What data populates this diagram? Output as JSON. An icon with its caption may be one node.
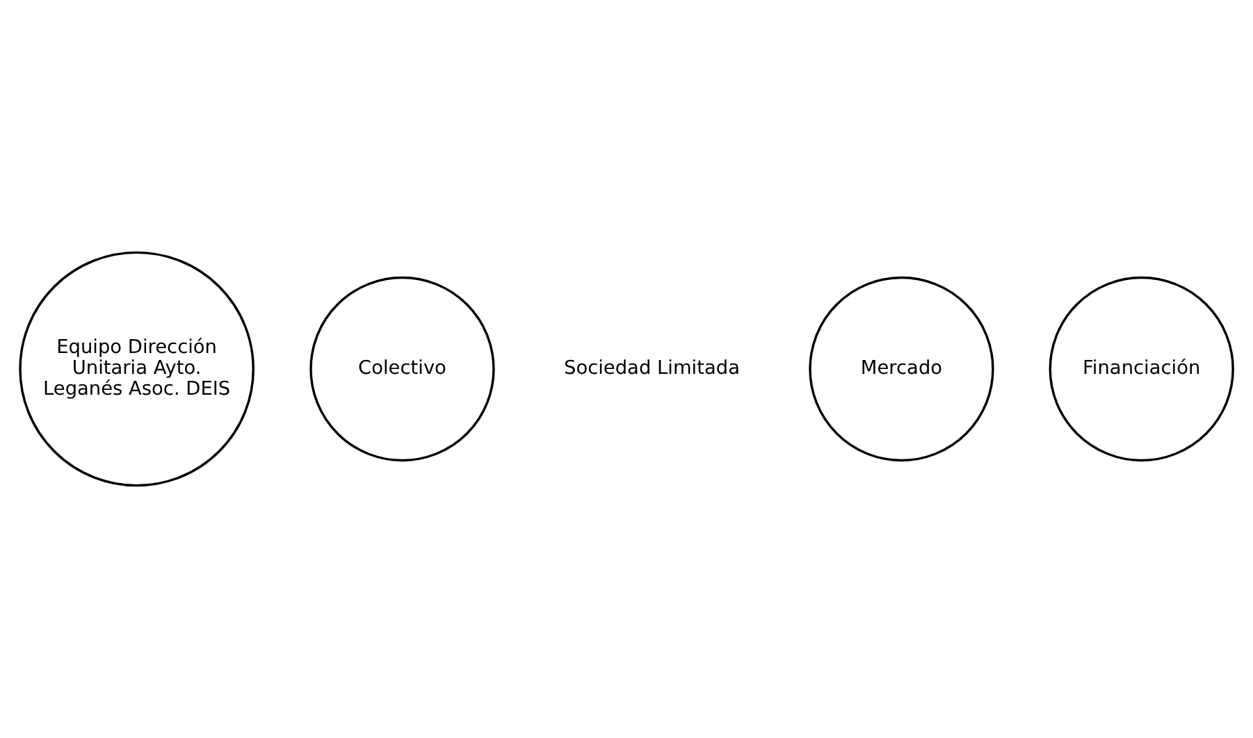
{
  "diagram": {
    "nodes": [
      {
        "text": [
          "Equipo Dirección Unitaria Ayto. Leganés Asoc. DEIS"
        ]
      },
      {
        "text": [
          "Colectivo"
        ]
      },
      {
        "text": [
          "Mercado"
        ]
      },
      {
        "text": [
          "Financiación"
        ]
      }
    ],
    "edges": [],
    "labels": [
      "Sociedad Limitada"
    ]
  }
}
